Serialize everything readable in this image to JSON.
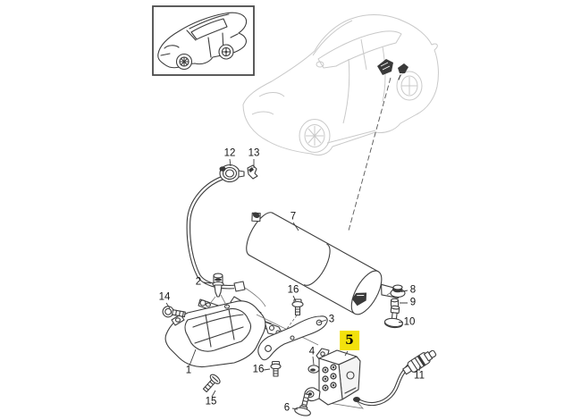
{
  "diagram": {
    "kind": "exploded-parts-diagram",
    "line_color": "#3d3d3d",
    "faint_line_color": "#c9c9c9",
    "highlight_color": "#f2e10c",
    "background_color": "#ffffff"
  },
  "callouts": [
    {
      "part_number": "12",
      "highlighted": false
    },
    {
      "part_number": "13",
      "highlighted": false
    },
    {
      "part_number": "7",
      "highlighted": false
    },
    {
      "part_number": "2",
      "highlighted": false
    },
    {
      "part_number": "16",
      "highlighted": false
    },
    {
      "part_number": "14",
      "highlighted": false
    },
    {
      "part_number": "8",
      "highlighted": false
    },
    {
      "part_number": "9",
      "highlighted": false
    },
    {
      "part_number": "3",
      "highlighted": false
    },
    {
      "part_number": "10",
      "highlighted": false
    },
    {
      "part_number": "1",
      "highlighted": false
    },
    {
      "part_number": "5",
      "highlighted": true
    },
    {
      "part_number": "4",
      "highlighted": false
    },
    {
      "part_number": "16",
      "highlighted": false
    },
    {
      "part_number": "11",
      "highlighted": false
    },
    {
      "part_number": "15",
      "highlighted": false
    },
    {
      "part_number": "6",
      "highlighted": false
    }
  ]
}
